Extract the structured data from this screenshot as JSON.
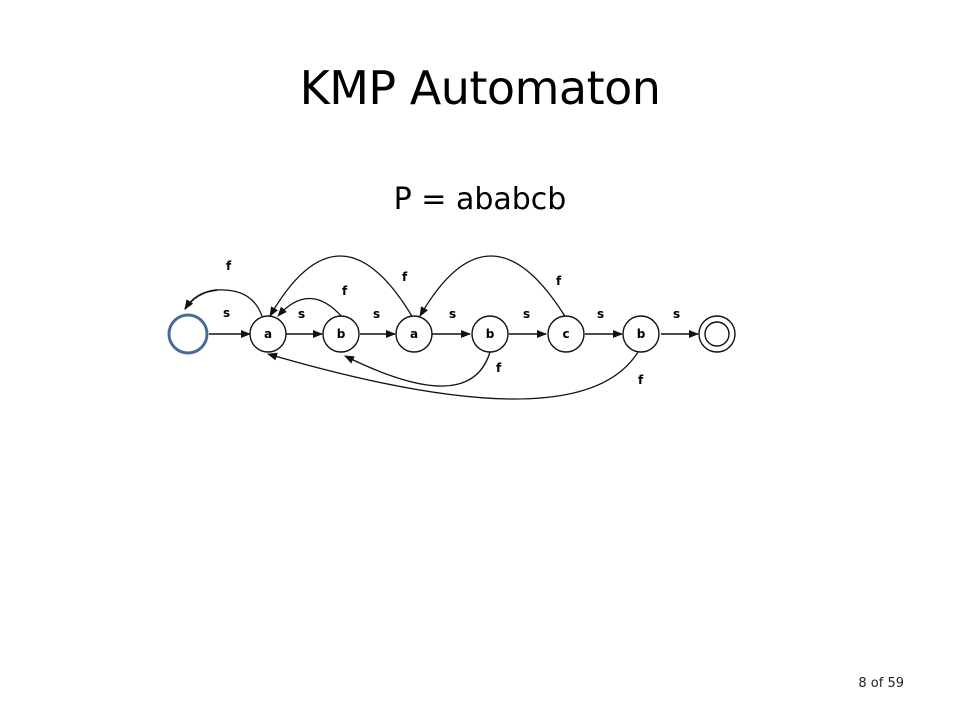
{
  "slide": {
    "title": "KMP Automaton",
    "pattern_label": "P = ababcb",
    "page_number": "8 of 59"
  },
  "automaton": {
    "states": [
      {
        "id": "q_start",
        "label": ""
      },
      {
        "id": "q1",
        "label": "a"
      },
      {
        "id": "q2",
        "label": "b"
      },
      {
        "id": "q3",
        "label": "a"
      },
      {
        "id": "q4",
        "label": "b"
      },
      {
        "id": "q5",
        "label": "c"
      },
      {
        "id": "q6",
        "label": "b"
      },
      {
        "id": "q_accept",
        "label": ""
      }
    ],
    "success_label": "s",
    "failure_label": "f",
    "success_transitions": [
      {
        "from": "q_start",
        "to": "q1",
        "label": "s"
      },
      {
        "from": "q1",
        "to": "q2",
        "label": "s"
      },
      {
        "from": "q2",
        "to": "q3",
        "label": "s"
      },
      {
        "from": "q3",
        "to": "q4",
        "label": "s"
      },
      {
        "from": "q4",
        "to": "q5",
        "label": "s"
      },
      {
        "from": "q5",
        "to": "q6",
        "label": "s"
      },
      {
        "from": "q6",
        "to": "q_accept",
        "label": "s"
      }
    ],
    "failure_transitions": [
      {
        "from": "q1",
        "to": "q_start",
        "label": "f"
      },
      {
        "from": "q2",
        "to": "q1",
        "label": "f"
      },
      {
        "from": "q3",
        "to": "q1",
        "label": "f"
      },
      {
        "from": "q4",
        "to": "q2",
        "label": "f"
      },
      {
        "from": "q5",
        "to": "q3",
        "label": "f"
      },
      {
        "from": "q6",
        "to": "q1",
        "label": "f"
      }
    ],
    "colors": {
      "highlight_state": "#4a6b99",
      "ink": "#111111"
    }
  }
}
